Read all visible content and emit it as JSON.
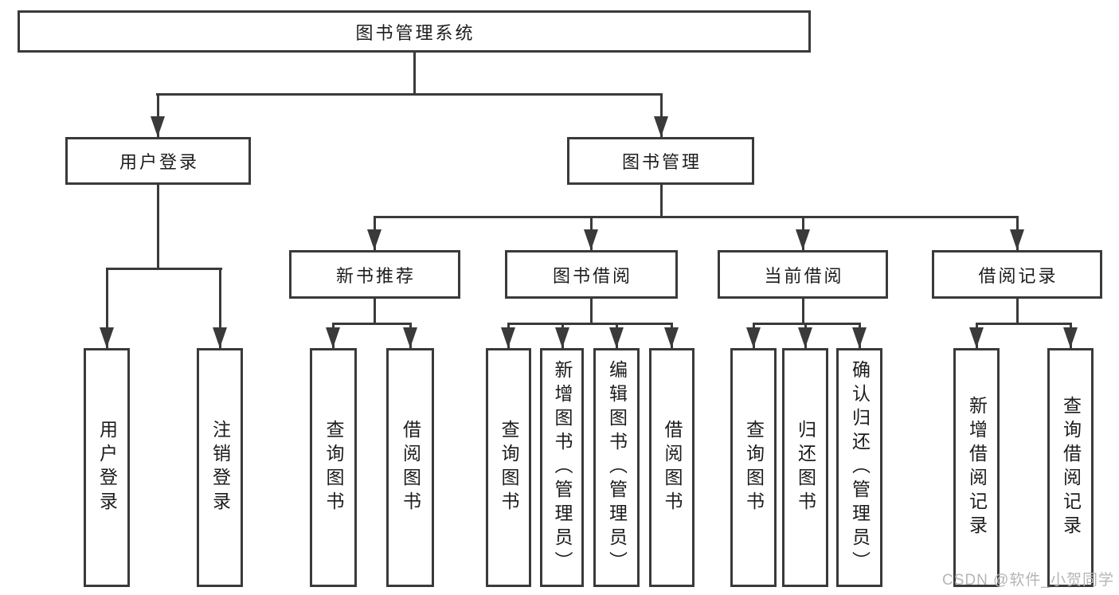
{
  "diagram_title": "图书管理系统",
  "tree": {
    "label": "图书管理系统",
    "children": [
      {
        "label": "用户登录",
        "children": [
          {
            "label": "用户登录"
          },
          {
            "label": "注销登录"
          }
        ]
      },
      {
        "label": "图书管理",
        "children": [
          {
            "label": "新书推荐",
            "children": [
              {
                "label": "查询图书"
              },
              {
                "label": "借阅图书"
              }
            ]
          },
          {
            "label": "图书借阅",
            "children": [
              {
                "label": "查询图书"
              },
              {
                "label": "新增图书（管理员）"
              },
              {
                "label": "编辑图书（管理员）"
              },
              {
                "label": "借阅图书"
              }
            ]
          },
          {
            "label": "当前借阅",
            "children": [
              {
                "label": "查询图书"
              },
              {
                "label": "归还图书"
              },
              {
                "label": "确认归还（管理员）"
              }
            ]
          },
          {
            "label": "借阅记录",
            "children": [
              {
                "label": "新增借阅记录"
              },
              {
                "label": "查询借阅记录"
              }
            ]
          }
        ]
      }
    ]
  },
  "watermark": {
    "text": "CSDN @软件_小贺同学"
  },
  "colors": {
    "line": "#3a3a3a",
    "text": "#1c1c1c",
    "background": "#ffffff",
    "watermark": "#b5b5b5"
  }
}
